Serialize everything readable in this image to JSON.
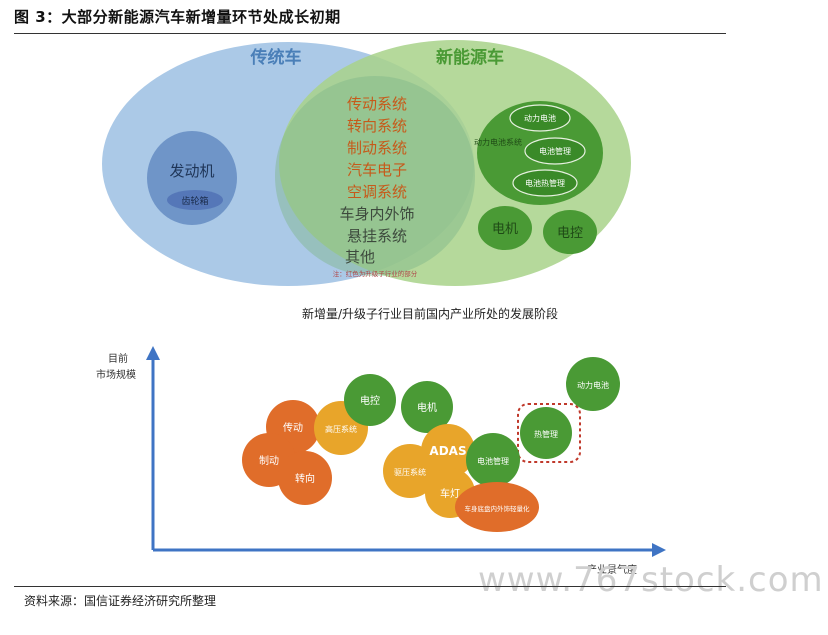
{
  "title": "图 3：大部分新能源汽车新增量环节处成长初期",
  "venn": {
    "left_label": "传统车",
    "right_label": "新能源车",
    "engine": "发动机",
    "gearbox": "齿轮箱",
    "shared_items": [
      "传动系统",
      "转向系统",
      "制动系统",
      "汽车电子",
      "空调系统",
      "车身内外饰",
      "悬挂系统",
      "其他"
    ],
    "battery_system": "动力电池系统",
    "battery_sub": [
      "动力电池",
      "电池管理",
      "电池热管理"
    ],
    "motor": "电机",
    "controller": "电控",
    "note": "注：红色为升级子行业的部分",
    "caption": "新增量/升级子行业目前国内产业所处的发展阶段"
  },
  "bubble": {
    "y_axis_label_1": "目前",
    "y_axis_label_2": "市场规模",
    "x_axis_label": "产业景气度",
    "bubbles": [
      {
        "label": "传动"
      },
      {
        "label": "制动"
      },
      {
        "label": "转向"
      },
      {
        "label": "高压系统"
      },
      {
        "label": "电控"
      },
      {
        "label": "电机"
      },
      {
        "label": "ADAS"
      },
      {
        "label": "驱压系统"
      },
      {
        "label": "车灯"
      },
      {
        "label": "电池管理"
      },
      {
        "label": "车身底盘内外饰轻量化"
      },
      {
        "label": "热管理"
      },
      {
        "label": "动力电池"
      }
    ]
  },
  "colors": {
    "orange": "#e06d2a",
    "yellow": "#e8a52a",
    "green": "#4a9a35",
    "blue_circle": "#9cc0e3",
    "green_circle": "#a8d28a",
    "dash_red": "#c0392b"
  },
  "source": "资料来源：国信证券经济研究所整理",
  "watermark": "www.767stock.com"
}
